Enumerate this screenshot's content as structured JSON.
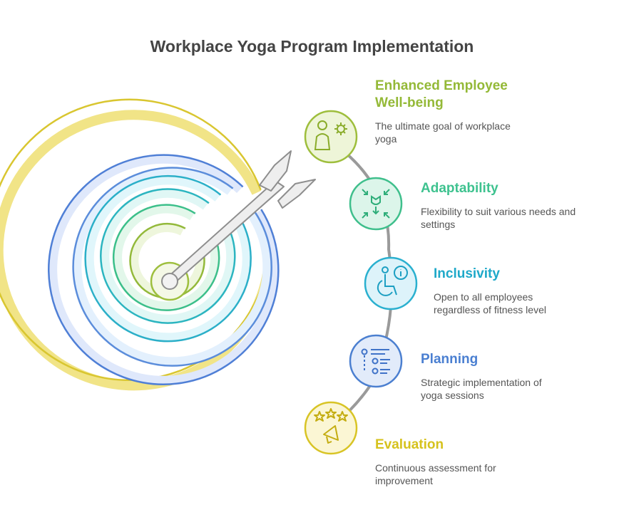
{
  "title": "Workplace Yoga Program Implementation",
  "steps": [
    {
      "title": "Enhanced Employee Well-being",
      "description": "The ultimate goal of workplace yoga",
      "icon": "person-with-gear-icon",
      "color": "#94b937"
    },
    {
      "title": "Adaptability",
      "description": "Flexibility to suit various needs and settings",
      "icon": "arrows-converging-icon",
      "color": "#3ec28f"
    },
    {
      "title": "Inclusivity",
      "description": "Open to all employees regardless of fitness level",
      "icon": "wheelchair-info-icon",
      "color": "#1fa9c9"
    },
    {
      "title": "Planning",
      "description": "Strategic implementation of yoga sessions",
      "icon": "checklist-icon",
      "color": "#4a7fd1"
    },
    {
      "title": "Evaluation",
      "description": "Continuous assessment for improvement",
      "icon": "stars-megaphone-icon",
      "color": "#d6c21d"
    }
  ]
}
